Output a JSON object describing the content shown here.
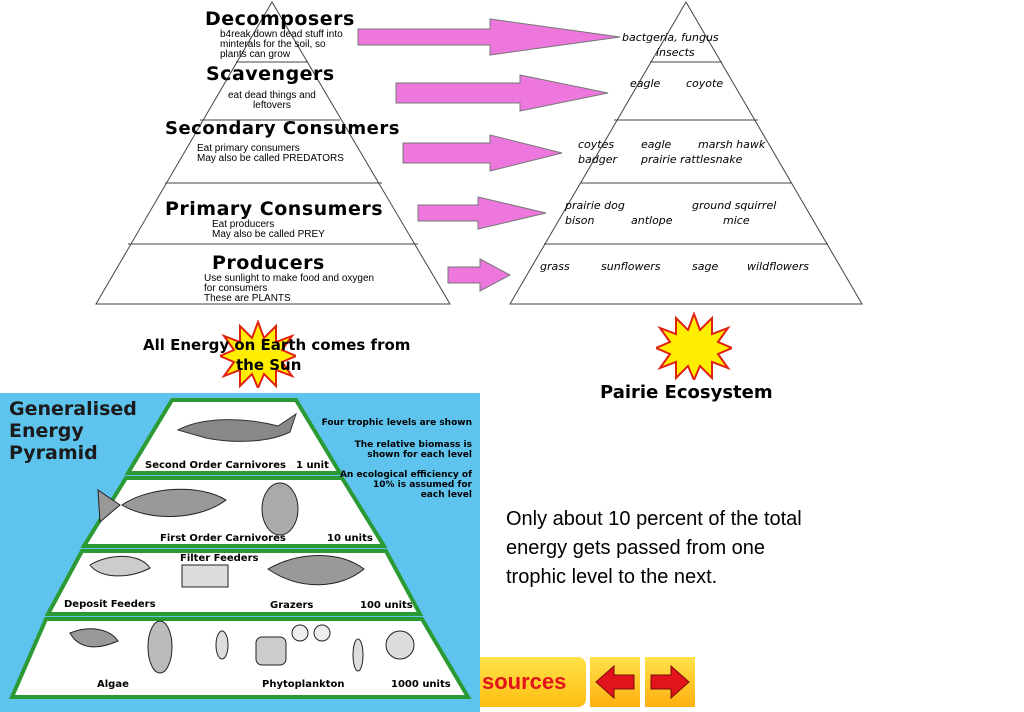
{
  "pyramid": {
    "levels": [
      {
        "title": "Decomposers",
        "desc": "b4reak down dead stuff  into\nminterals for the soil, so\nplants can grow"
      },
      {
        "title": "Scavengers",
        "desc": "eat dead things and\nleftovers"
      },
      {
        "title": "Secondary Consumers",
        "desc": "Eat primary consumers\nMay also be called PREDATORS"
      },
      {
        "title": "Primary Consumers",
        "desc": "Eat producers\nMay also be called PREY"
      },
      {
        "title": "Producers",
        "desc": "Use sunlight to make food and oxygen\nfor consumers\nThese are PLANTS"
      }
    ],
    "energy_caption": "All Energy on Earth comes from",
    "energy_caption_2": "the Sun"
  },
  "ecosystem": {
    "levels": [
      {
        "row1": [
          "bactgeria, fungus"
        ],
        "row2": [
          "insects"
        ]
      },
      {
        "row1": [
          "eagle",
          "coyote"
        ]
      },
      {
        "row1": [
          "coytes",
          "eagle",
          "marsh hawk"
        ],
        "row2": [
          "badger",
          "prairie rattlesnake"
        ]
      },
      {
        "row1": [
          "prairie dog",
          "ground squirrel"
        ],
        "row2": [
          "bison",
          "antlope",
          "mice"
        ]
      },
      {
        "row1": [
          "grass",
          "sunflowers",
          "sage",
          "wildflowers"
        ]
      }
    ],
    "caption": "Pairie Ecosystem"
  },
  "energy_pyramid": {
    "title": [
      "Generalised",
      "Energy",
      "Pyramid"
    ],
    "notes": [
      "Four trophic levels are shown",
      "The relative biomass is\nshown for each level",
      "An ecological efficiency of\n10% is assumed for\neach level"
    ],
    "tiers": [
      {
        "left": "Second Order Carnivores",
        "right": "1 unit"
      },
      {
        "left": "First Order Carnivores",
        "right": "10 units"
      },
      {
        "left": "Deposit Feeders",
        "middle": "Filter Feeders",
        "grazers": "Grazers",
        "right": "100 units"
      },
      {
        "left": "Algae",
        "middle": "Phytoplankton",
        "right": "1000 units"
      }
    ]
  },
  "info": {
    "text": "Only about 10 percent of the total energy gets passed from one trophic level to the next."
  },
  "nav": {
    "sources_label": "sources",
    "back_icon": "arrow-left-icon",
    "forward_icon": "arrow-right-icon"
  },
  "colors": {
    "arrow_fill": "#ee77dd",
    "sun_fill": "#ffee00",
    "sun_stroke": "#e02010",
    "panel_bg": "#5ec4ee",
    "pyramid_green": "#2c9a34",
    "nav_red": "#e1141c"
  }
}
